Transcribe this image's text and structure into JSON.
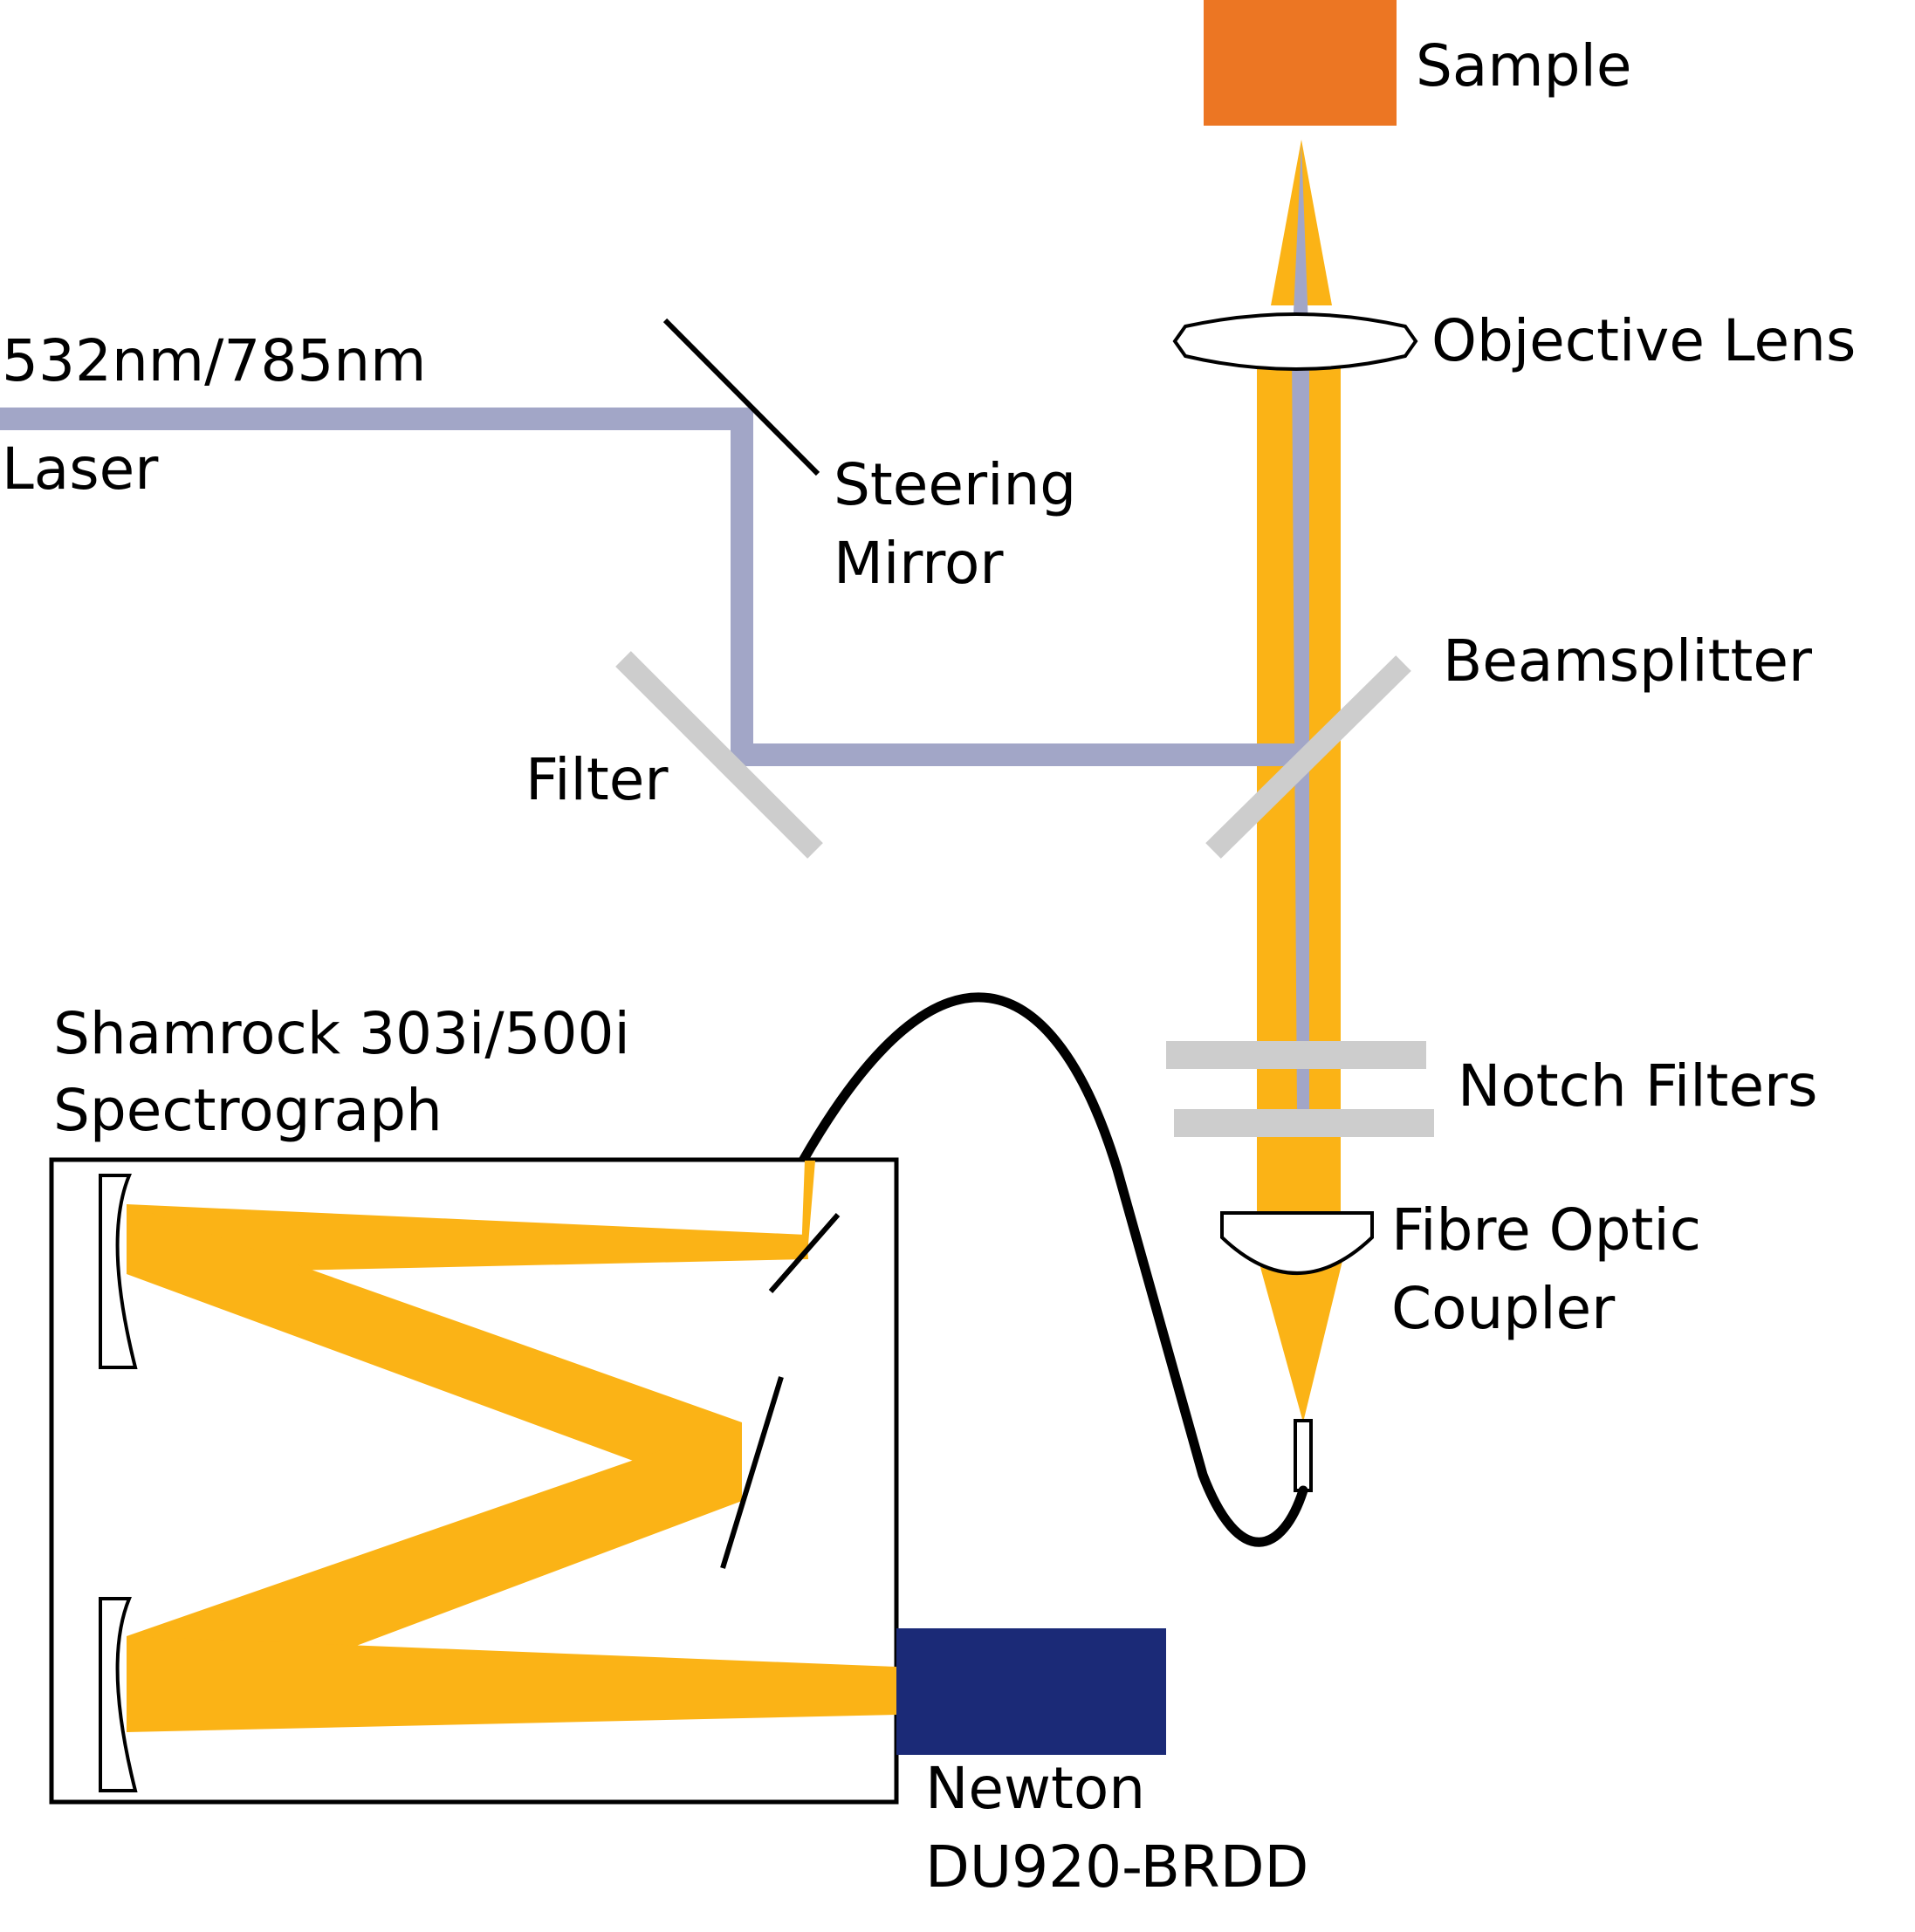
{
  "labels": {
    "laser_line1": "532nm/785nm",
    "laser_line2": "Laser",
    "steering_line1": "Steering",
    "steering_line2": "Mirror",
    "filter": "Filter",
    "sample": "Sample",
    "objective": "Objective Lens",
    "beamsplitter": "Beamsplitter",
    "notch": "Notch Filters",
    "coupler_line1": "Fibre Optic",
    "coupler_line2": "Coupler",
    "spectrograph_line1": "Shamrock 303i/500i",
    "spectrograph_line2": "Spectrograph",
    "camera_line1": "Newton",
    "camera_line2": "DU920-BRDD"
  },
  "colors": {
    "laser_beam": "#A2A6C7",
    "signal_beam": "#FBB316",
    "sample": "#EC7623",
    "filter_gray": "#CDCDCD",
    "camera": "#1B2A77",
    "outline": "#000000"
  }
}
